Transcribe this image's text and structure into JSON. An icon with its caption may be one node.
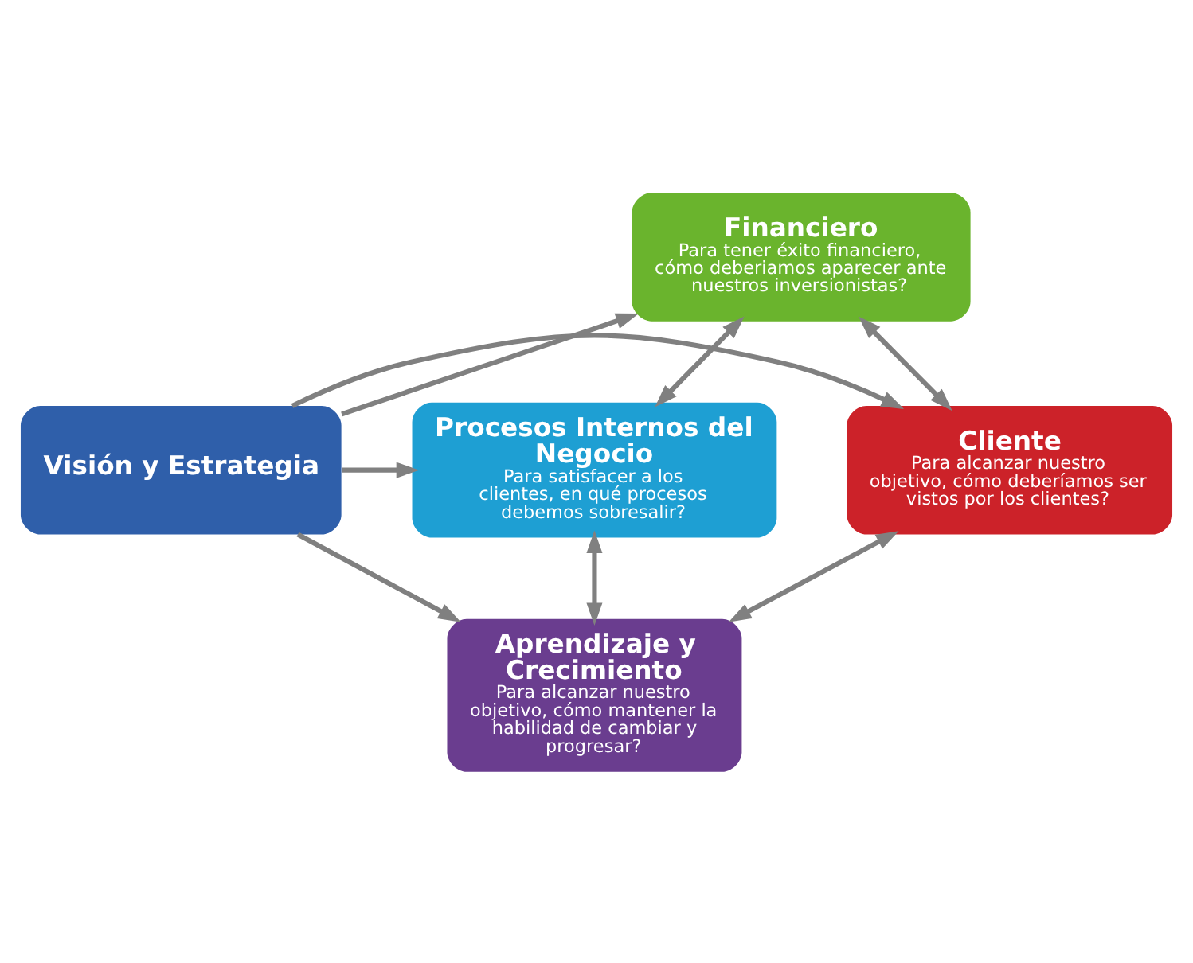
{
  "diagram": {
    "nodes": [
      {
        "text": [
          "Financiero",
          "Para tener éxito financiero, cómo deberiamos aparecer ante nuestros inversionistas?"
        ]
      },
      {
        "text": [
          "Cliente",
          "Para alcanzar nuestro objetivo, cómo deberíamos ser vistos por los clientes?"
        ]
      },
      {
        "text": [
          "Visión y Estrategia"
        ]
      },
      {
        "text": [
          "Procesos Internos del Negocio",
          "Para satisfacer a los clientes, en qué procesos debemos sobresalir?"
        ]
      },
      {
        "text": [
          "Aprendizaje y Crecimiento",
          "Para alcanzar nuestro objetivo, cómo mantener la habilidad de cambiar y progresar?"
        ]
      }
    ],
    "edges": [
      {
        "from": 2,
        "to": 0,
        "arrow": "to"
      },
      {
        "from": 2,
        "to": 1,
        "arrow": "to"
      },
      {
        "from": 2,
        "to": 3,
        "arrow": "to"
      },
      {
        "from": 2,
        "to": 4,
        "arrow": "to"
      },
      {
        "from": 0,
        "to": 1,
        "arrow": "both"
      },
      {
        "from": 0,
        "to": 3,
        "arrow": "both"
      },
      {
        "from": 1,
        "to": 4,
        "arrow": "both"
      },
      {
        "from": 3,
        "to": 4,
        "arrow": "both"
      }
    ]
  }
}
